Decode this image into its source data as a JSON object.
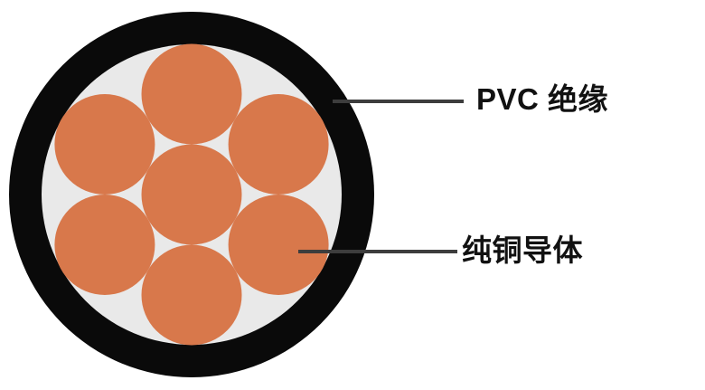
{
  "diagram": {
    "type": "cable-cross-section",
    "conductor_strand_count": 7,
    "labels": [
      {
        "text": "PVC 绝缘"
      },
      {
        "text": "纯铜导体"
      }
    ],
    "colors": {
      "background": "#ffffff",
      "sheath": "#0a0a0a",
      "filler": "#e9e9e9",
      "copper": "#d8784b",
      "leader_line": "#3d3d3d",
      "label_text": "#111111"
    }
  }
}
